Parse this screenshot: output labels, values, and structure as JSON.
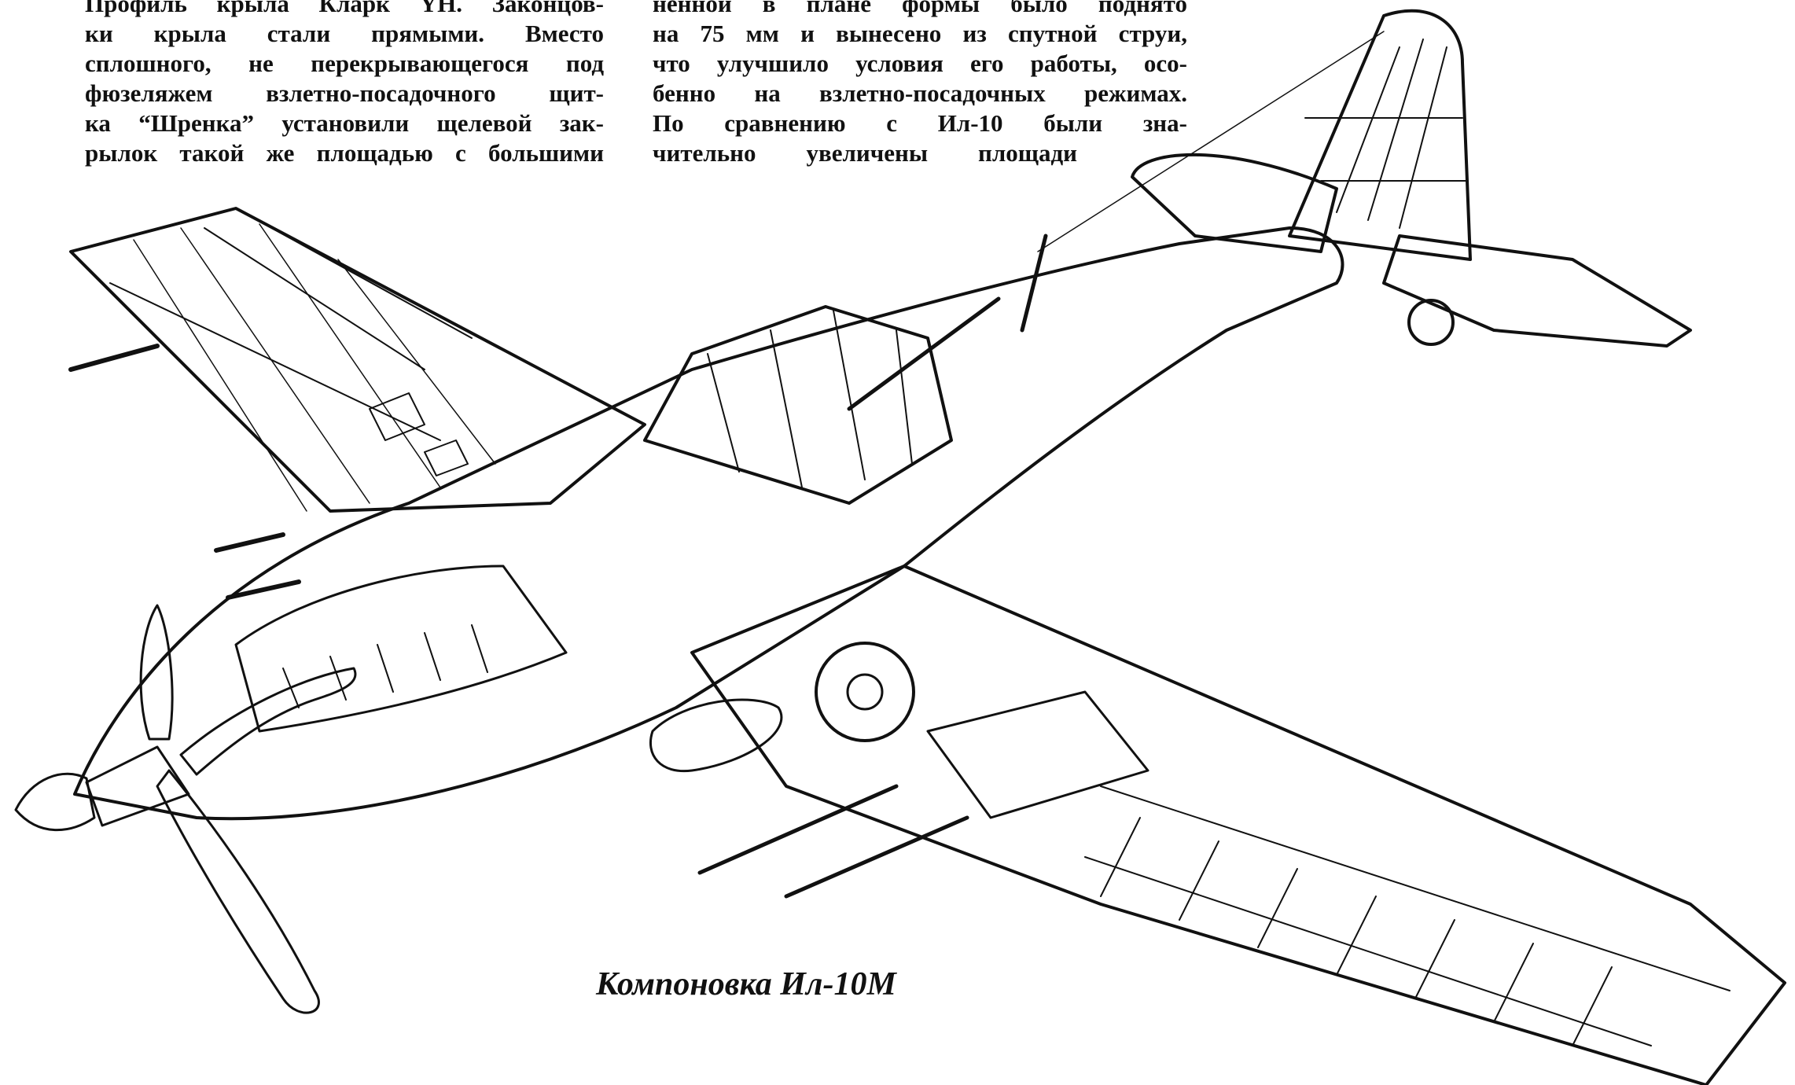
{
  "article": {
    "left_column": [
      "Профиль крыла Кларк YH. Законцов-",
      "ки крыла стали прямыми. Вместо",
      "сплошного, не перекрывающегося под",
      "фюзеляжем взлетно-посадочного щит-",
      "ка “Шренка” установили щелевой зак-",
      "рылок такой же площадью с большими"
    ],
    "right_column": [
      "ненной в плане формы было поднято",
      "на 75 мм и вынесено из спутной струи,",
      "что улучшило условия его работы, осо-",
      "бенно на взлетно-посадочных режимах.",
      "По сравнению с Ил-10 были зна-",
      "чительно увеличены площади"
    ]
  },
  "figure": {
    "caption": "Компоновка Ил-10М"
  }
}
